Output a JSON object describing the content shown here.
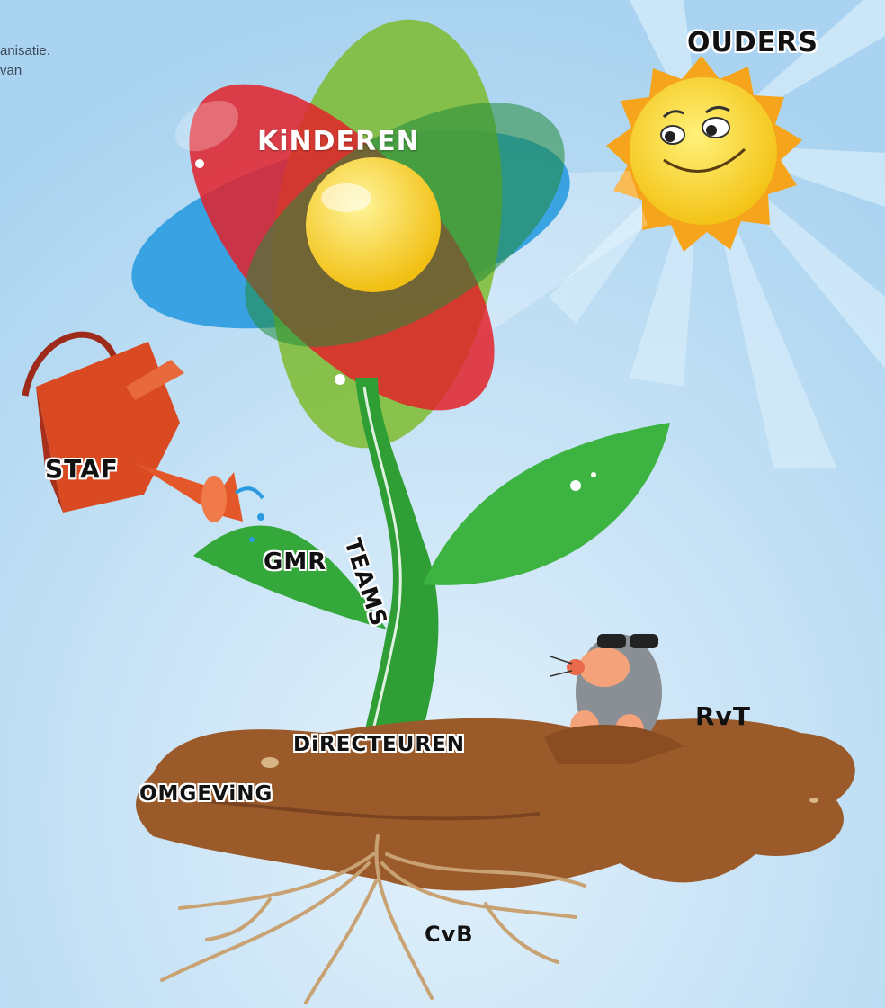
{
  "intro": {
    "line1": "anisatie.",
    "line2": "van"
  },
  "labels": {
    "ouders": "OUDERS",
    "kinderen": "KiNDEREN",
    "staf": "STAF",
    "gmr": "GMR",
    "teams": "TEAMS",
    "directeuren": "DiRECTEUREN",
    "omgeving": "OMGEViNG",
    "rvt": "RvT",
    "cvb": "CvB"
  },
  "colors": {
    "sky": "#b9dcf3",
    "red_petal": "#e3222a",
    "green_petal": "#7cbb2e",
    "blue_petal": "#2a9be0",
    "stem": "#2e9e35",
    "sun": "#f7d21e",
    "soil": "#9a5a2a",
    "can": "#d94a22"
  },
  "icons": [
    "sun-icon",
    "flower-icon",
    "watering-can-icon",
    "mole-icon",
    "roots-icon"
  ]
}
